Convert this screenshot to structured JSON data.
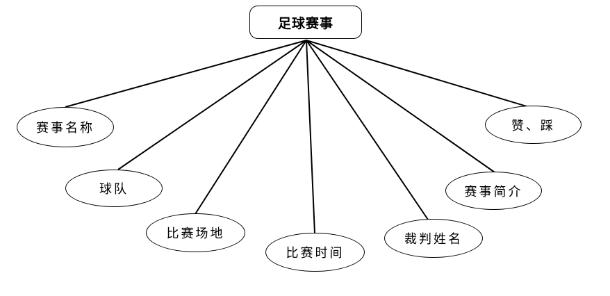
{
  "root": {
    "label": "足球赛事"
  },
  "attributes": [
    {
      "label": "赛事名称"
    },
    {
      "label": "球队"
    },
    {
      "label": "比赛场地"
    },
    {
      "label": "比赛时间"
    },
    {
      "label": "裁判姓名"
    },
    {
      "label": "赛事简介"
    },
    {
      "label": "赞、踩"
    }
  ],
  "colors": {
    "stroke": "#000000",
    "fill": "#ffffff"
  }
}
